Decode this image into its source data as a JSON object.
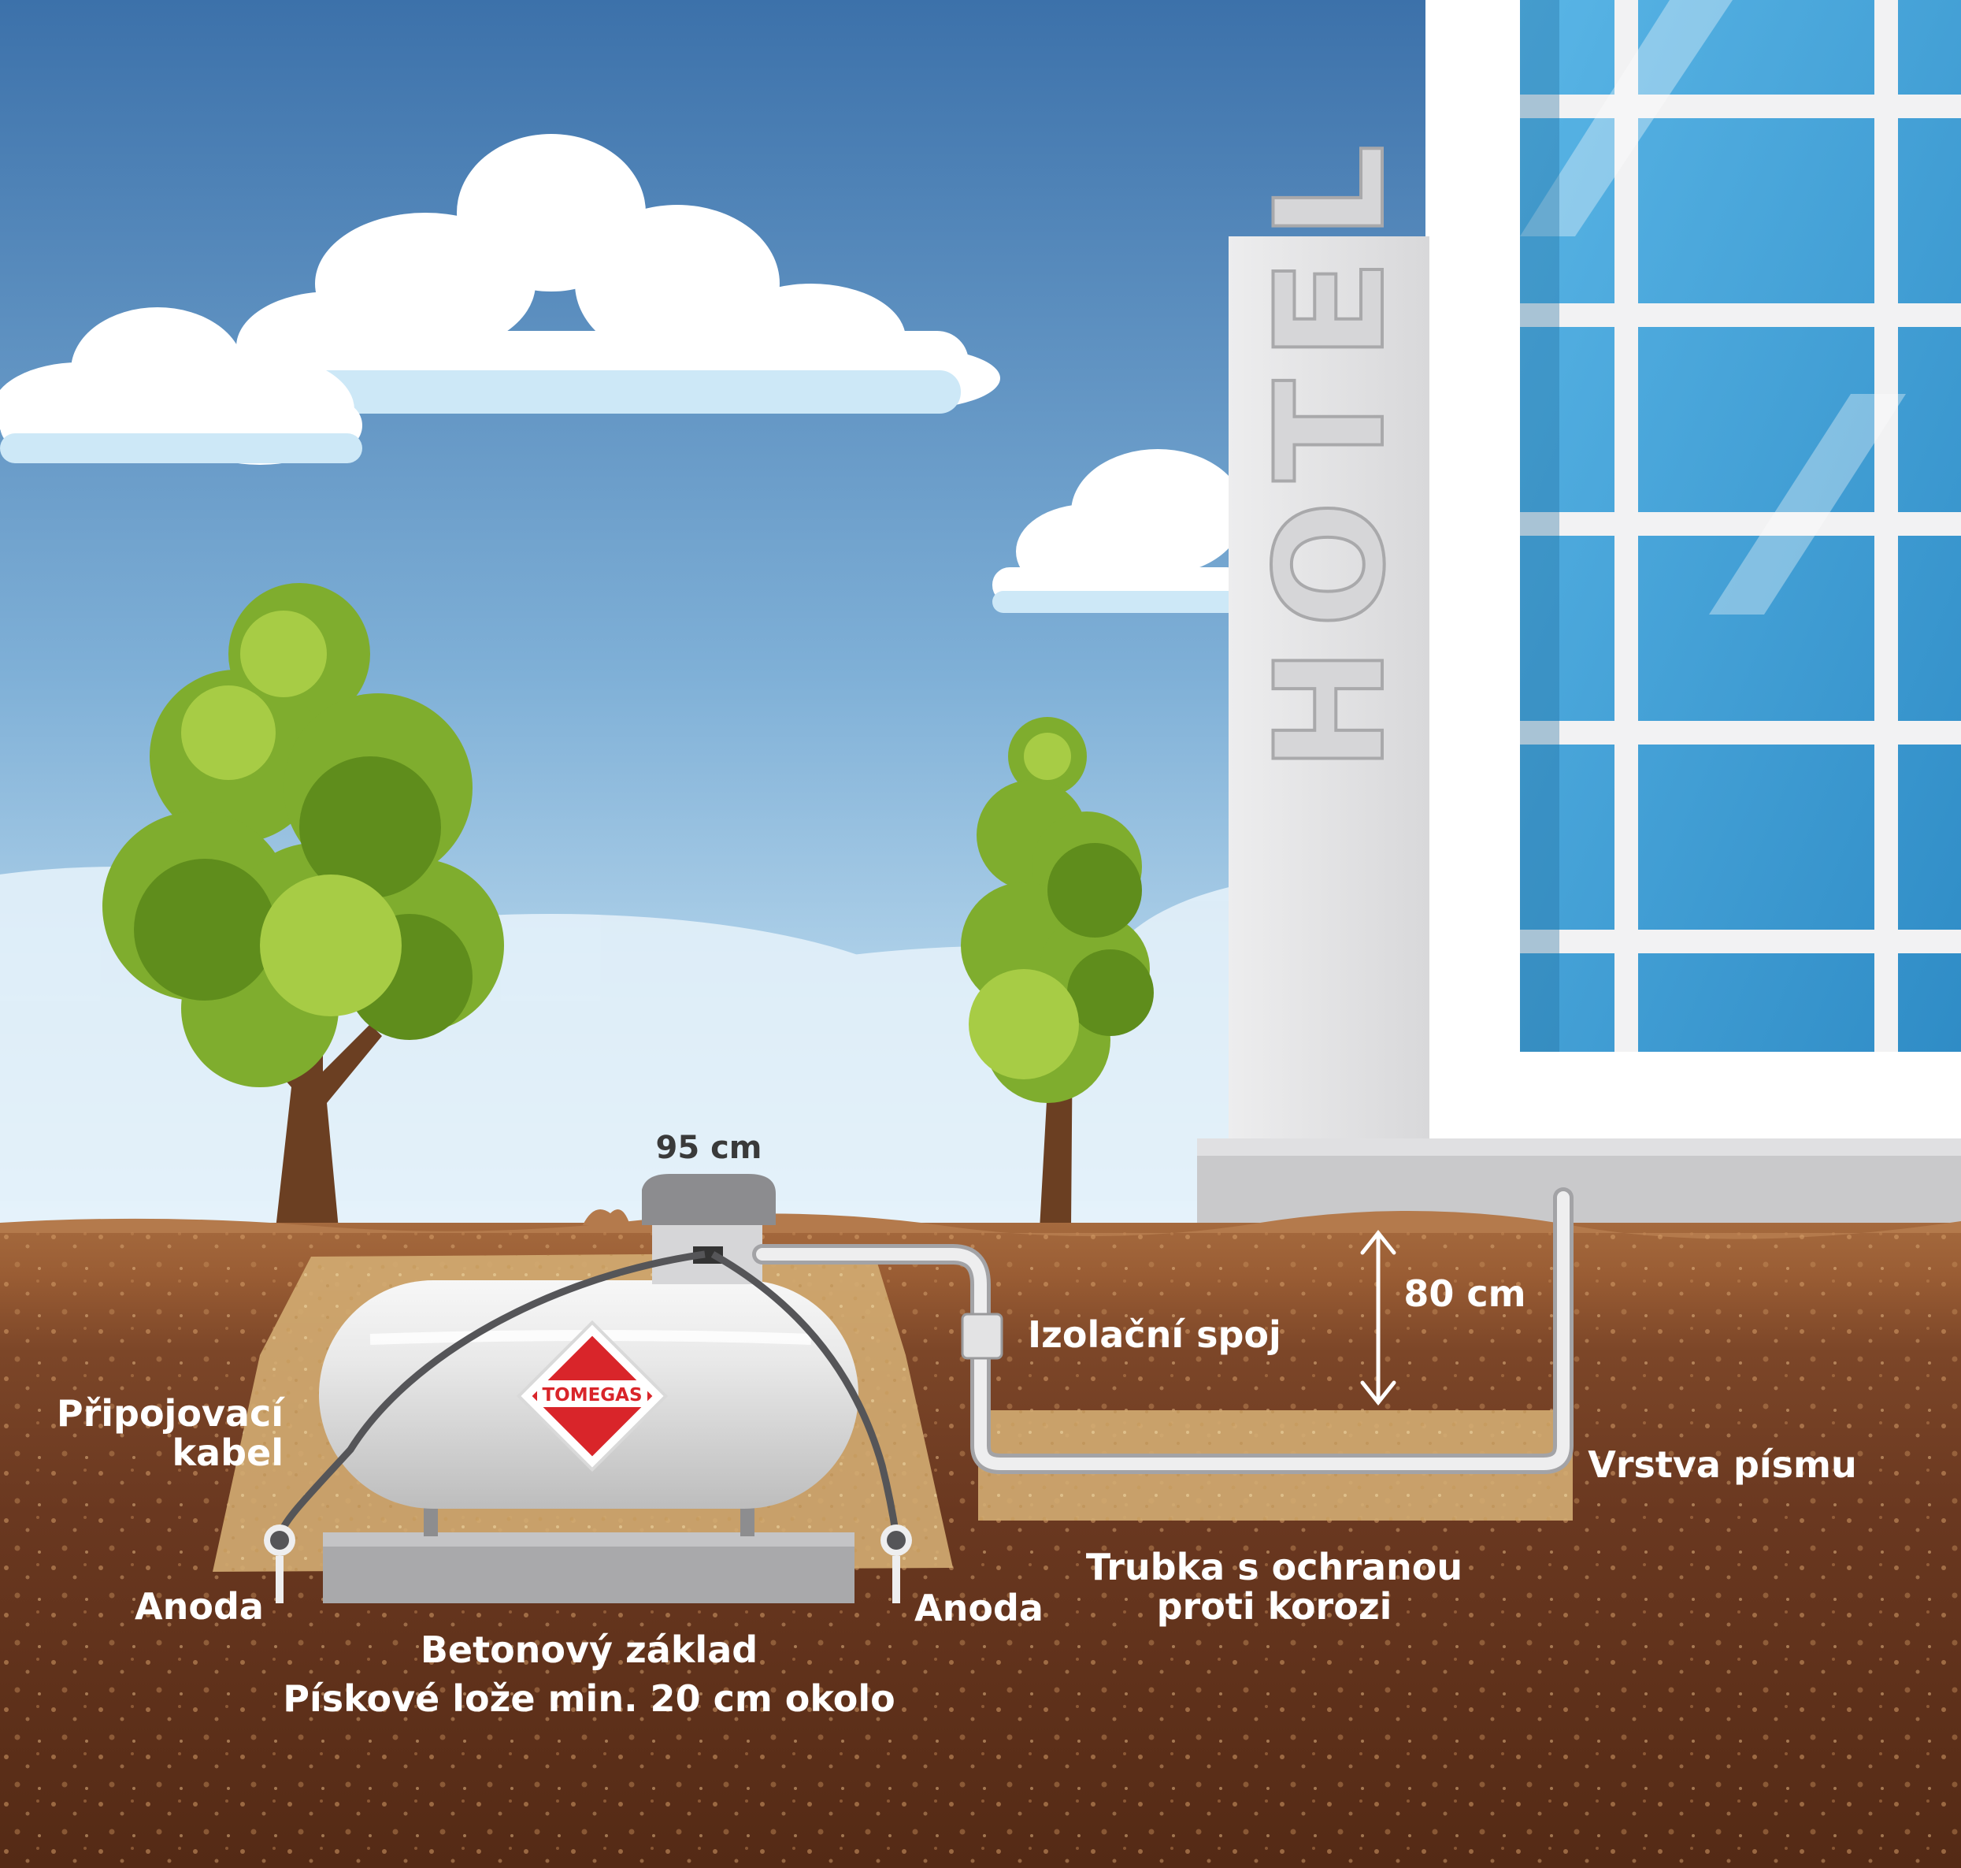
{
  "building": {
    "sign": "HOTEL"
  },
  "tank": {
    "brand": "TOMEGAS"
  },
  "labels": {
    "dome_depth": "95 cm",
    "pipe_depth": "80 cm",
    "insulating_joint": "Izolační spoj",
    "cable_line1": "Připojovací",
    "cable_line2": "kabel",
    "anode_left": "Anoda",
    "anode_right": "Anoda",
    "foundation_line1": "Betonový základ",
    "foundation_line2": "Pískové lože min. 20 cm okolo",
    "pipe_line1": "Trubka s ochranou",
    "pipe_line2": "proti korozi",
    "sand_layer": "Vrstva písmu"
  },
  "colors": {
    "sky_top": "#3f74ad",
    "sky_bottom": "#cfe7f6",
    "topsoil": "#a8693e",
    "subsoil": "#7a4527",
    "deep_soil": "#5c3018",
    "sand": "#d9b77c",
    "tank_body": "#e8e8e8",
    "logo_red": "#d9252a",
    "tree_green": "#7fae2f",
    "glass": "#3f9bd3"
  }
}
